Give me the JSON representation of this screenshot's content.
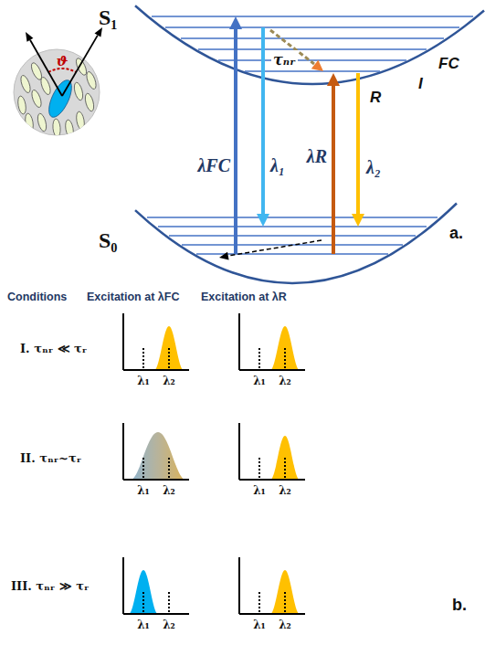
{
  "diagram": {
    "labels": [
      "ϑ",
      "S₁",
      "FC",
      "τₙᵣ",
      "I",
      "R",
      "λFC",
      "λ₁",
      "λR",
      "λ₂",
      "S₀",
      "a.",
      "Conditions",
      "Excitation at λFC",
      "Excitation at λR",
      "I. τₙᵣ ≪ τᵣ",
      "λ₁",
      "λ₂",
      "λ₁",
      "λ₂",
      "II. τₙᵣ~τᵣ",
      "λ₁",
      "λ₂",
      "λ₁",
      "λ₂",
      "III. τₙᵣ ≫ τᵣ",
      "λ₁",
      "λ₂",
      "λ₁",
      "λ₂",
      "b."
    ]
  }
}
